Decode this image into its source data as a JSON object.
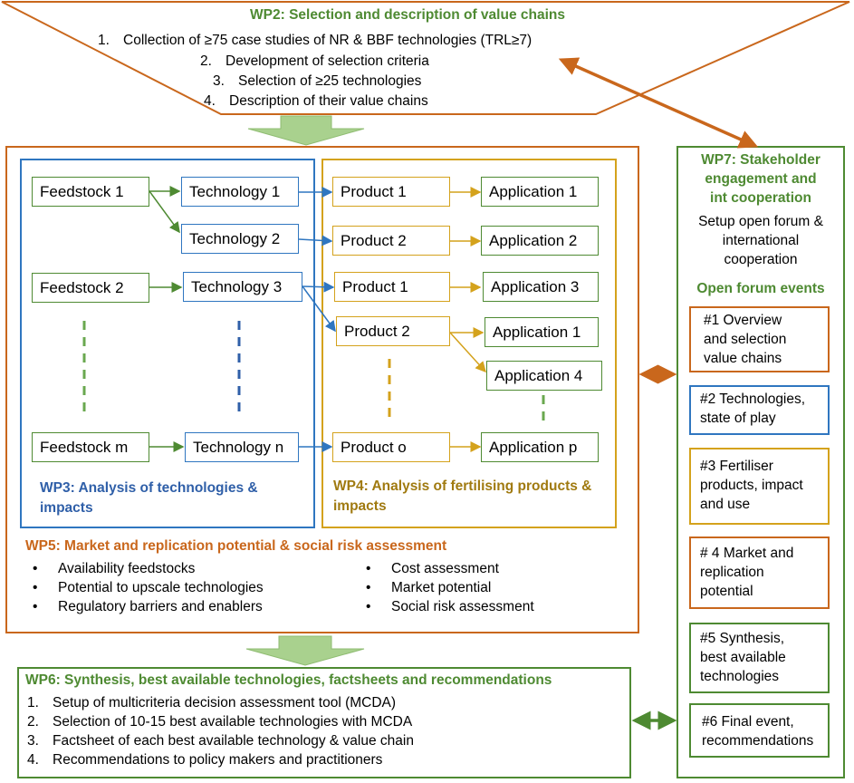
{
  "wp2": {
    "title": "WP2: Selection and description of value chains",
    "items": [
      {
        "num": "1.",
        "text": "Collection of ≥75 case studies of NR & BBF technologies (TRL≥7)"
      },
      {
        "num": "2.",
        "text": "Development of selection criteria"
      },
      {
        "num": "3.",
        "text": "Selection of ≥25 technologies"
      },
      {
        "num": "4.",
        "text": "Description of their value chains"
      }
    ]
  },
  "flow": {
    "feedstocks": [
      "Feedstock 1",
      "Feedstock 2",
      "Feedstock m"
    ],
    "technologies": [
      "Technology 1",
      "Technology 2",
      "Technology 3",
      "Technology n"
    ],
    "products": [
      "Product 1",
      "Product 2",
      "Product 1",
      "Product 2",
      "Product o"
    ],
    "applications": [
      "Application 1",
      "Application 2",
      "Application 3",
      "Application 1",
      "Application 4",
      "Application p"
    ]
  },
  "wp3": {
    "title_line1": "WP3: Analysis of technologies &",
    "title_line2": "impacts"
  },
  "wp4": {
    "title_line1": "WP4: Analysis of fertilising products &",
    "title_line2": "impacts"
  },
  "wp5": {
    "title": "WP5: Market and replication potential & social risk assessment",
    "bullet": "•",
    "left": [
      "Availability feedstocks",
      "Potential to upscale technologies",
      "Regulatory barriers and enablers"
    ],
    "right": [
      "Cost assessment",
      "Market potential",
      "Social risk assessment"
    ]
  },
  "wp6": {
    "title": "WP6: Synthesis, best available technologies, factsheets and recommendations",
    "items": [
      {
        "num": "1.",
        "text": "Setup of multicriteria decision assessment tool (MCDA)"
      },
      {
        "num": "2.",
        "text": "Selection of 10-15 best available technologies with MCDA"
      },
      {
        "num": "3.",
        "text": "Factsheet of each best available technology & value chain"
      },
      {
        "num": "4.",
        "text": "Recommendations to policy makers and practitioners"
      }
    ]
  },
  "wp7": {
    "title_lines": [
      "WP7: Stakeholder",
      "engagement and",
      "int cooperation"
    ],
    "setup_lines": [
      "Setup open forum &",
      "international",
      "cooperation"
    ],
    "events_title": "Open forum events",
    "events": [
      {
        "lines": [
          "#1 Overview",
          "and selection",
          "value chains"
        ],
        "color": "#c9671c"
      },
      {
        "lines": [
          "#2 Technologies,",
          "state of play"
        ],
        "color": "#2f76c0"
      },
      {
        "lines": [
          "#3 Fertiliser",
          "products, impact",
          "and use"
        ],
        "color": "#d4a21c"
      },
      {
        "lines": [
          "# 4 Market and",
          "replication",
          "potential"
        ],
        "color": "#c9671c"
      },
      {
        "lines": [
          "#5 Synthesis,",
          "best available",
          "technologies"
        ],
        "color": "#4e8a32"
      },
      {
        "lines": [
          "#6 Final event,",
          "recommendations"
        ],
        "color": "#4e8a32"
      }
    ]
  },
  "colors": {
    "green": "#4e8a32",
    "blue": "#2f76c0",
    "gold": "#d4a21c",
    "orange": "#c9671c",
    "block_arrow": "#a9d18e"
  }
}
